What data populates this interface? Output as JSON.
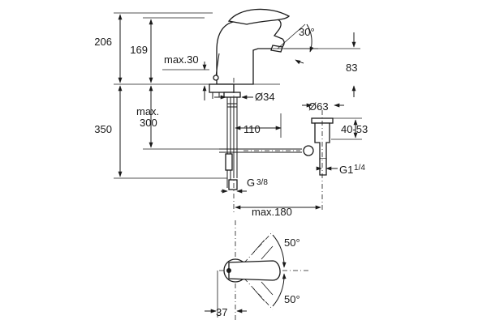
{
  "dimensions": {
    "overall_height": "206",
    "spout_height": "169",
    "tap_max_thickness": "max.30",
    "spout_angle": "30°",
    "spout_reach_height": "83",
    "hole_diameter": "Ø34",
    "waste_diameter": "Ø63",
    "below_deck": "350",
    "max_label": "max.",
    "max_value": "300",
    "spout_projection": "110",
    "waste_range": "40-53",
    "waste_thread": "G1",
    "waste_thread_frac": "1/4",
    "connection_thread": "G",
    "connection_thread_frac": "3/8",
    "max_reach": "max.180",
    "lever_angle_top": "50°",
    "lever_angle_bottom": "50°",
    "lever_offset": "37"
  },
  "colors": {
    "line": "#1a1a1a",
    "background": "#ffffff"
  }
}
